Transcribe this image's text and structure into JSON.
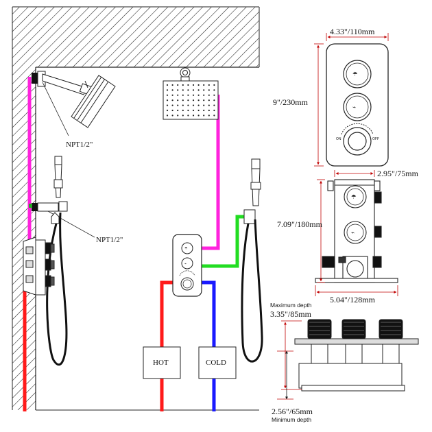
{
  "labels": {
    "npt_upper": "NPT1/2\"",
    "npt_lower": "NPT1/2\"",
    "hot": "HOT",
    "cold": "COLD",
    "on": "ON",
    "off": "OFF"
  },
  "dimensions": {
    "panel_width": "4.33\"/110mm",
    "panel_height": "9\"/230mm",
    "valve_width": "2.95\"/75mm",
    "valve_height": "7.09\"/180mm",
    "valve_base_width": "5.04\"/128mm",
    "max_depth_title": "Maximum depth",
    "max_depth_value": "3.35\"/85mm",
    "min_depth_value": "2.56\"/65mm",
    "min_depth_title": "Minimum depth"
  },
  "colors": {
    "hot_pipe": "#ff1a1a",
    "cold_pipe": "#1a1aff",
    "shower_pipe": "#ff22dd",
    "handheld_pipe": "#22dd22",
    "dimension_line": "#c00000",
    "wall_hatch": "#222222"
  }
}
